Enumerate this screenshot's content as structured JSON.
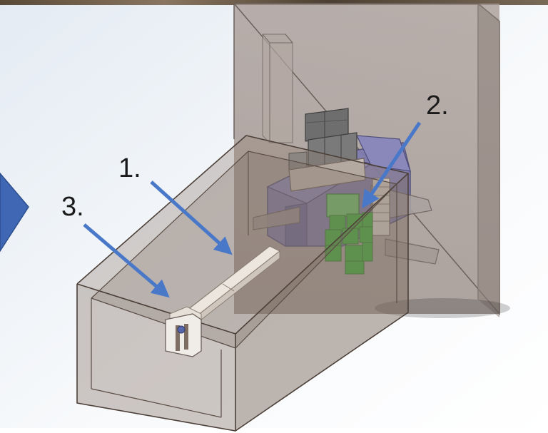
{
  "callouts": [
    {
      "label": "1."
    },
    {
      "label": "2."
    },
    {
      "label": "3."
    }
  ],
  "colors": {
    "arrow": "#4a78c8",
    "nav_arrow": "#3f67b3",
    "enclosure": "#8f7f74",
    "tower": "#a99c96",
    "gantry": "#7f7db0",
    "board": "#3eb43a",
    "rail": "#ece6de",
    "block": "#6e6e6e"
  },
  "icons": [
    "nav-arrow-icon",
    "pointer-arrow-icon"
  ]
}
